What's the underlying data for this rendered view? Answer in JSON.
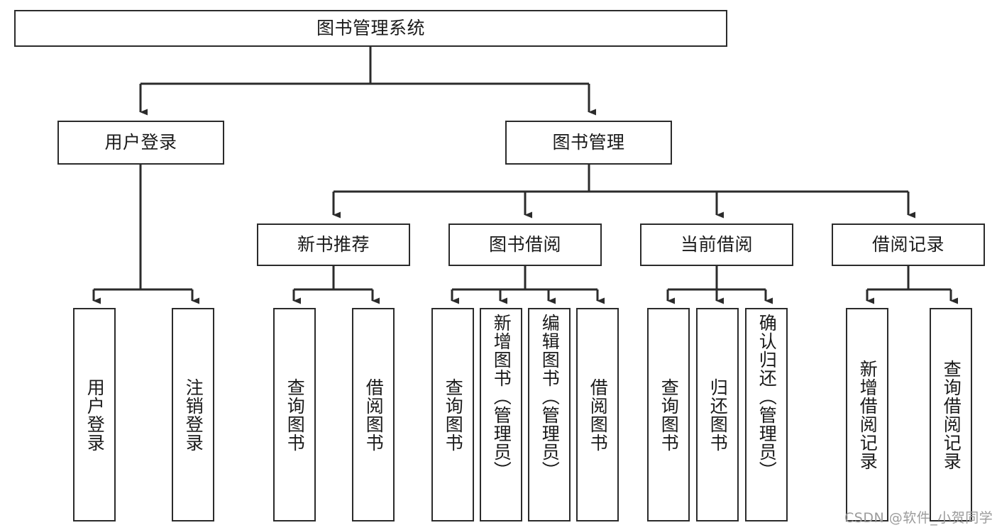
{
  "diagram": {
    "title": "图书管理系统",
    "root": {
      "label": "图书管理系统"
    },
    "level2": [
      {
        "label": "用户登录"
      },
      {
        "label": "图书管理"
      }
    ],
    "level3": [
      {
        "label": "新书推荐"
      },
      {
        "label": "图书借阅"
      },
      {
        "label": "当前借阅"
      },
      {
        "label": "借阅记录"
      }
    ],
    "level4": {
      "user_login": [
        {
          "label": "用户登录"
        },
        {
          "label": "注销登录"
        }
      ],
      "new_book": [
        {
          "label": "查询图书"
        },
        {
          "label": "借阅图书"
        }
      ],
      "borrow_book": [
        {
          "label": "查询图书"
        },
        {
          "label": "新增图书（管理员）"
        },
        {
          "label": "编辑图书（管理员）"
        },
        {
          "label": "借阅图书"
        }
      ],
      "current_borrow": [
        {
          "label": "查询图书"
        },
        {
          "label": "归还图书"
        },
        {
          "label": "确认归还（管理员）"
        }
      ],
      "borrow_record": [
        {
          "label": "新增借阅记录"
        },
        {
          "label": "查询借阅记录"
        }
      ]
    }
  },
  "watermark": {
    "text": "CSDN @软件_小贺同学"
  },
  "colors": {
    "stroke": "#2b2b2b",
    "fill": "#ffffff",
    "text": "#1a1a1a",
    "watermark": "#9b9b9b"
  }
}
